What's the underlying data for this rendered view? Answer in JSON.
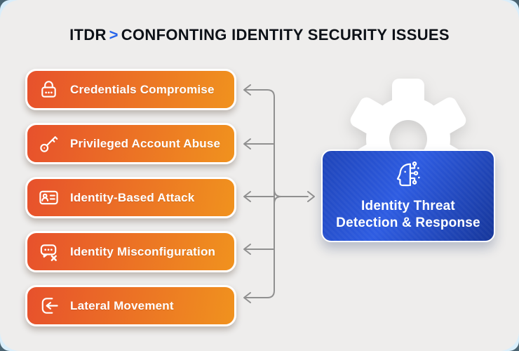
{
  "page": {
    "title_prefix": "ITDR",
    "title_separator": ">",
    "title_main": "CONFONTING IDENTITY SECURITY ISSUES"
  },
  "issues": [
    {
      "label": "Credentials Compromise",
      "icon": "lock-icon"
    },
    {
      "label": "Privileged Account Abuse",
      "icon": "key-icon"
    },
    {
      "label": "Identity-Based Attack",
      "icon": "id-card-icon"
    },
    {
      "label": "Identity Misconfiguration",
      "icon": "chat-error-icon"
    },
    {
      "label": "Lateral Movement",
      "icon": "login-arrow-icon"
    }
  ],
  "solution": {
    "label_line1": "Identity Threat",
    "label_line2": "Detection & Response",
    "icon": "ai-head-circuit-icon"
  },
  "decorations": {
    "background_icon": "gear-icon",
    "connector_style": "double-headed gray arrows from central spine to each issue card and to solution box"
  },
  "colors": {
    "outer_bg": "#4A6472",
    "frame_blue": "#D9EEFB",
    "canvas_bg": "#EEEDEC",
    "accent_blue": "#2563EB",
    "arrow_gray": "#909090",
    "card_gradient_start": "#E7512C",
    "card_gradient_end": "#F0921E",
    "solution_deep": "#1E44B8",
    "solution_mid": "#2E5CE2",
    "solution_dark": "#16369A",
    "title_color": "#0D1117"
  }
}
